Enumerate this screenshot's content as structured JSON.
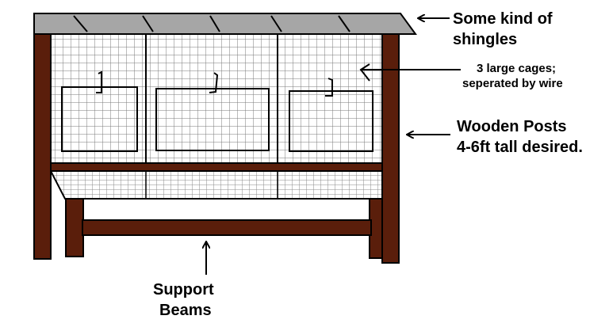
{
  "annotations": {
    "shingles_line1": "Some kind of",
    "shingles_line2": "shingles",
    "cages_line1": "3 large cages;",
    "cages_line2": "seperated by wire",
    "posts_line1": "Wooden Posts",
    "posts_line2": "4-6ft tall desired.",
    "beams_line1": "Support",
    "beams_line2": "Beams"
  },
  "colors": {
    "wood": "#5a1e0b",
    "roof": "#a6a6a6",
    "wire": "#7a7a7a",
    "outline": "#000000",
    "background": "#ffffff"
  },
  "cage_count": 3
}
